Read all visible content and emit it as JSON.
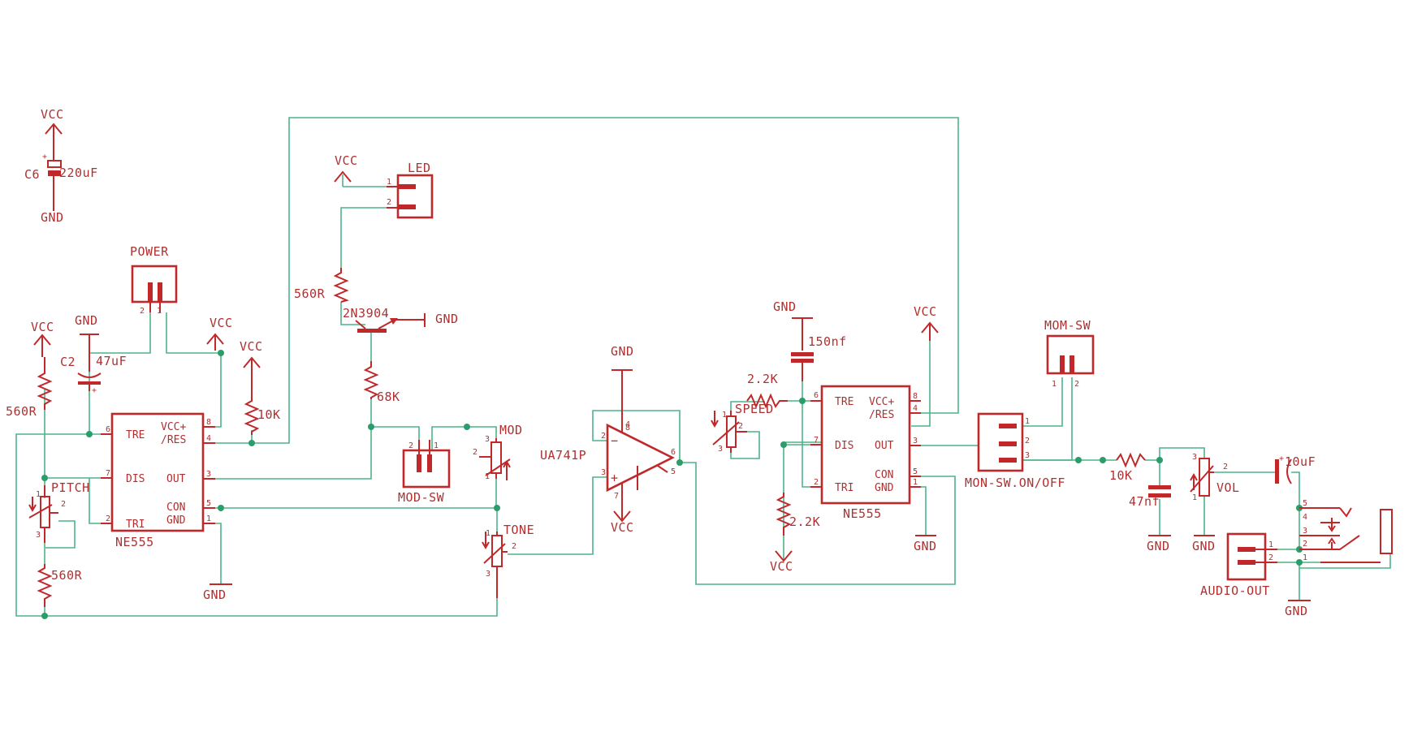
{
  "colors": {
    "wire": "#4db38a",
    "component": "#c0282a",
    "text": "#b03030",
    "junction": "#2a9d6b"
  },
  "power": {
    "vcc": "VCC",
    "gnd": "GND"
  },
  "pwr_cap": {
    "name": "C6",
    "value": "220uF"
  },
  "power_connector": {
    "name": "POWER",
    "pin1": "1",
    "pin2": "2"
  },
  "cap_c2": {
    "name": "C2",
    "value": "47uF"
  },
  "res_top_left": "560R",
  "res_bottom_left": "560R",
  "res_10k_left": "10K",
  "pitch_pot": {
    "name": "PITCH",
    "p1": "1",
    "p2": "2",
    "p3": "3"
  },
  "ne555_left": {
    "name": "NE555",
    "pins": {
      "tre": "TRE",
      "dis": "DIS",
      "tri": "TRI",
      "vcc": "VCC+",
      "res": "/RES",
      "out": "OUT",
      "con": "CON",
      "gnd": "GND"
    },
    "nums": {
      "n6": "6",
      "n7": "7",
      "n2": "2",
      "n8": "8",
      "n4": "4",
      "n3": "3",
      "n5": "5",
      "n1": "1"
    }
  },
  "led": {
    "name": "LED",
    "pin1": "1",
    "pin2": "2"
  },
  "res_560r_led": "560R",
  "transistor": "2N3904",
  "res_68k": "68K",
  "mod_sw": {
    "name": "MOD-SW",
    "pin1": "1",
    "pin2": "2"
  },
  "mod_pot": {
    "name": "MOD",
    "p1": "1",
    "p2": "2",
    "p3": "3"
  },
  "tone_pot": {
    "name": "TONE",
    "p1": "1",
    "p2": "2",
    "p3": "3"
  },
  "opamp": {
    "name": "UA741P",
    "minus": "−",
    "plus": "+",
    "n2": "2",
    "n3": "3",
    "n4": "4",
    "n5": "5",
    "n6": "6",
    "n7": "7",
    "n8": "8"
  },
  "cap_150nf": "150nf",
  "res_2k2_top": "2.2K",
  "res_2k2_bottom": "2.2K",
  "speed_pot": {
    "name": "SPEED",
    "p1": "1",
    "p2": "2",
    "p3": "3"
  },
  "ne555_right": {
    "name": "NE555",
    "pins": {
      "tre": "TRE",
      "dis": "DIS",
      "tri": "TRI",
      "vcc": "VCC+",
      "res": "/RES",
      "out": "OUT",
      "con": "CON",
      "gnd": "GND"
    },
    "nums": {
      "n6": "6",
      "n7": "7",
      "n2": "2",
      "n8": "8",
      "n4": "4",
      "n3": "3",
      "n5": "5",
      "n1": "1"
    }
  },
  "mom_sw": {
    "name": "MOM-SW",
    "pin1": "1",
    "pin2": "2"
  },
  "mon_sw": {
    "name": "MON-SW.ON/OFF",
    "pin1": "1",
    "pin2": "2",
    "pin3": "3"
  },
  "res_10k_out": "10K",
  "cap_47nf": "47nf",
  "vol_pot": {
    "name": "VOL",
    "p1": "1",
    "p2": "2",
    "p3": "3"
  },
  "cap_10uf": "10uF",
  "audio_out": {
    "name": "AUDIO-OUT",
    "pin1": "1",
    "pin2": "2"
  },
  "jack": {
    "p1": "1",
    "p2": "2",
    "p3": "3",
    "p4": "4",
    "p5": "5"
  }
}
